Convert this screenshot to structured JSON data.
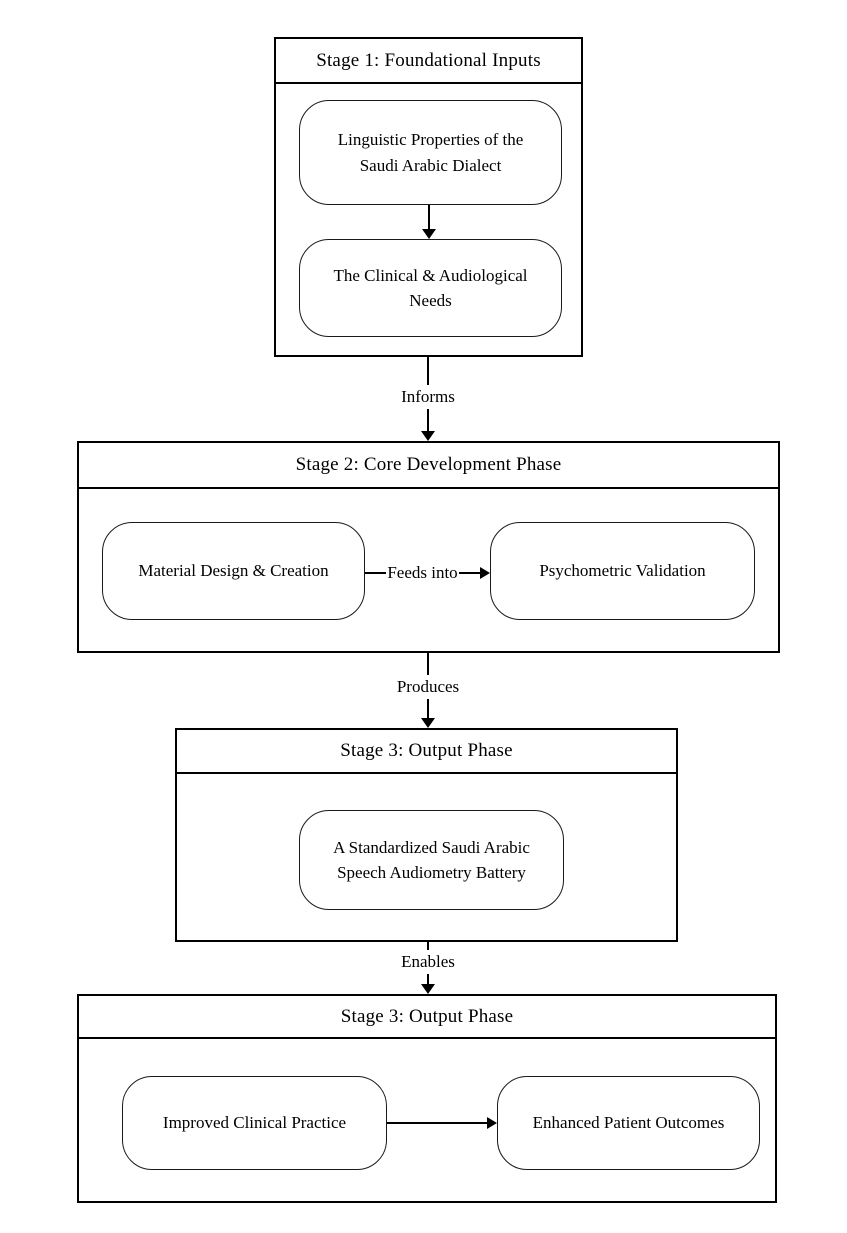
{
  "diagram": {
    "stages": [
      {
        "title": "Stage 1: Foundational Inputs",
        "nodes": [
          "Linguistic Properties of the Saudi Arabic Dialect",
          "The Clinical & Audiological Needs"
        ]
      },
      {
        "title": "Stage 2: Core Development Phase",
        "nodes": [
          "Material Design & Creation",
          "Psychometric Validation"
        ],
        "arrow_label": "Feeds into"
      },
      {
        "title": "Stage 3: Output Phase",
        "nodes": [
          "A Standardized Saudi Arabic Speech Audiometry Battery"
        ]
      },
      {
        "title": "Stage 3: Output Phase",
        "nodes": [
          "Improved Clinical Practice",
          "Enhanced Patient Outcomes"
        ]
      }
    ],
    "connectors": [
      {
        "label": "Informs"
      },
      {
        "label": "Produces"
      },
      {
        "label": "Enables"
      }
    ],
    "colors": {
      "line": "#000000",
      "background": "#ffffff",
      "text": "#000000"
    }
  }
}
